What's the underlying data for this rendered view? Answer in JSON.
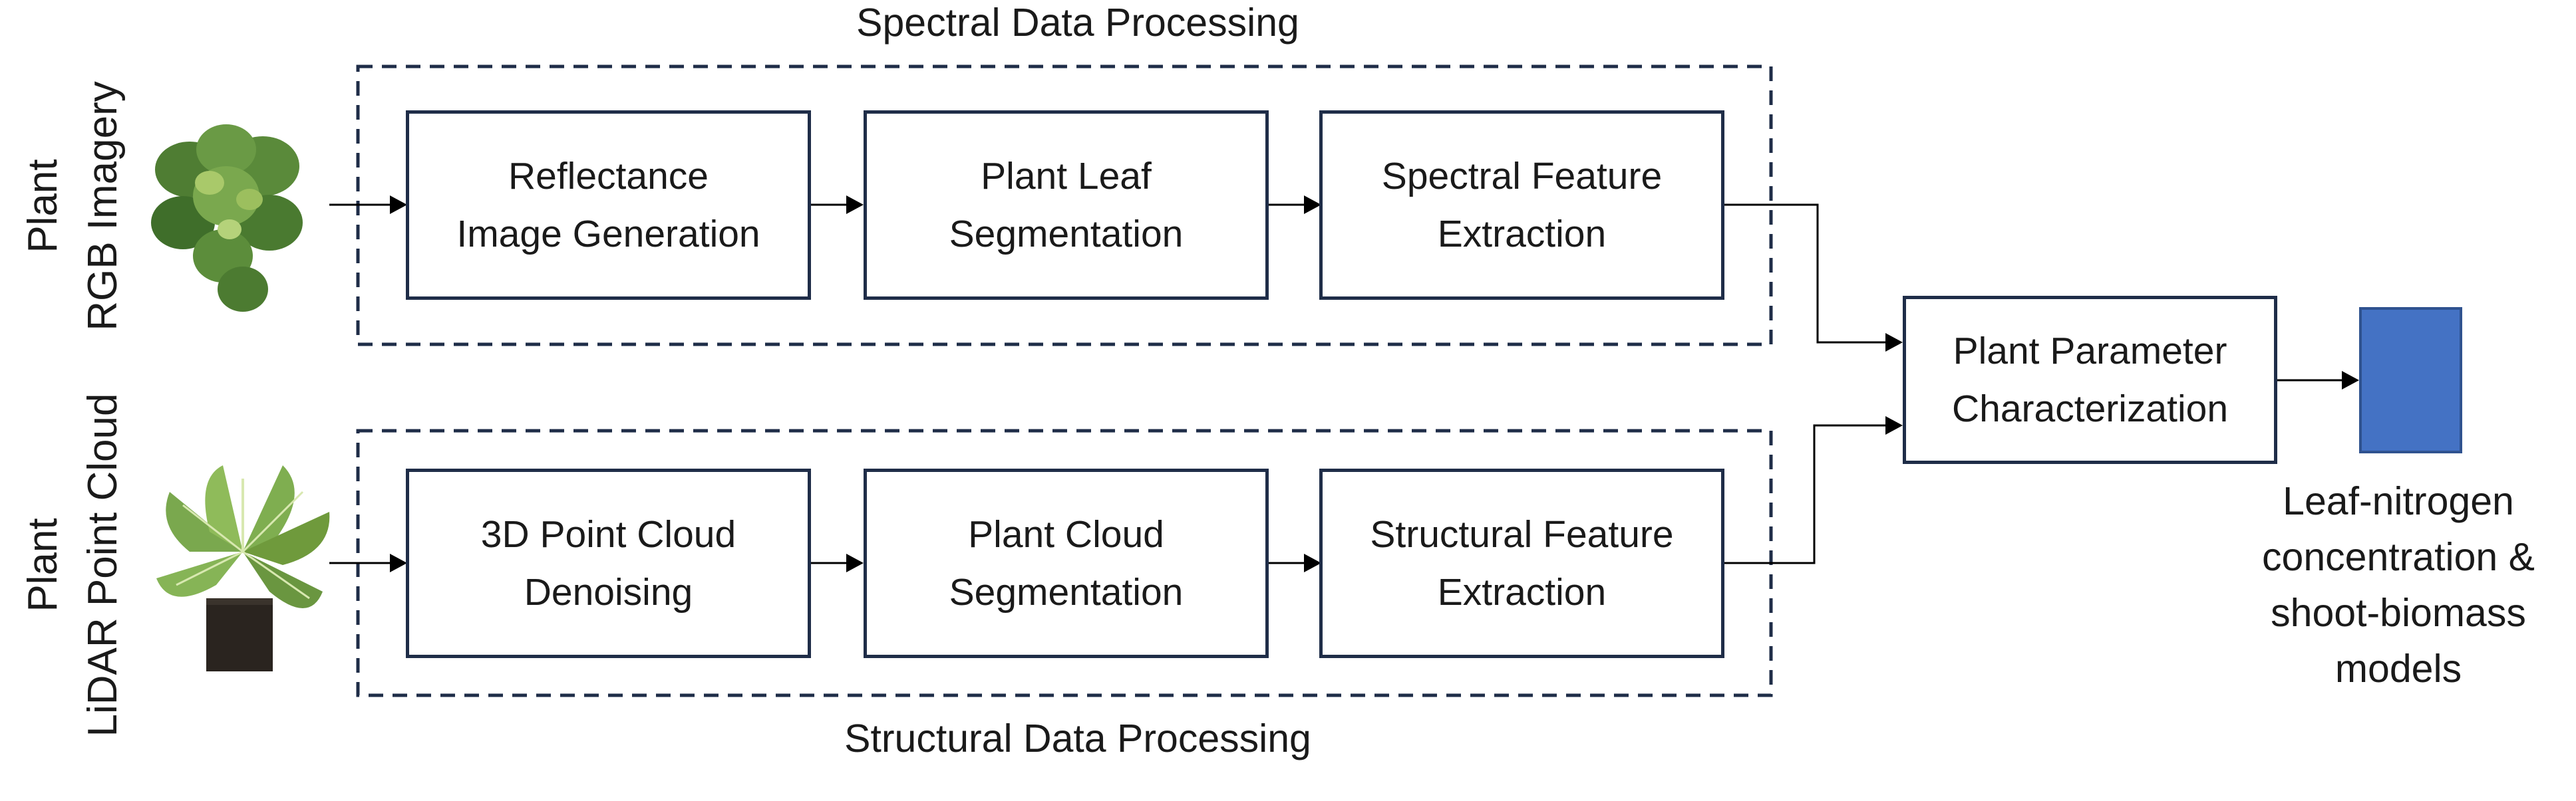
{
  "inputs": {
    "rgb_label": "Plant\nRGB Imagery",
    "lidar_label": "Plant\nLiDAR Point Cloud"
  },
  "spectral": {
    "title": "Spectral Data Processing",
    "steps": [
      "Reflectance\nImage Generation",
      "Plant Leaf\nSegmentation",
      "Spectral Feature\nExtraction"
    ]
  },
  "structural": {
    "title": "Structural Data Processing",
    "steps": [
      "3D Point Cloud\nDenoising",
      "Plant Cloud\nSegmentation",
      "Structural Feature\nExtraction"
    ]
  },
  "characterization": {
    "label": "Plant Parameter\nCharacterization"
  },
  "output": {
    "label": "Leaf-nitrogen\nconcentration &\nshoot-biomass\nmodels",
    "color": "#4472c4"
  },
  "colors": {
    "box_border": "#1f2d48",
    "dashed_border": "#1f2d48",
    "leaf_dark": "#3f6e2a",
    "leaf_mid": "#6f9a3c",
    "leaf_light": "#a9c96a",
    "pot": "#2a241f"
  }
}
